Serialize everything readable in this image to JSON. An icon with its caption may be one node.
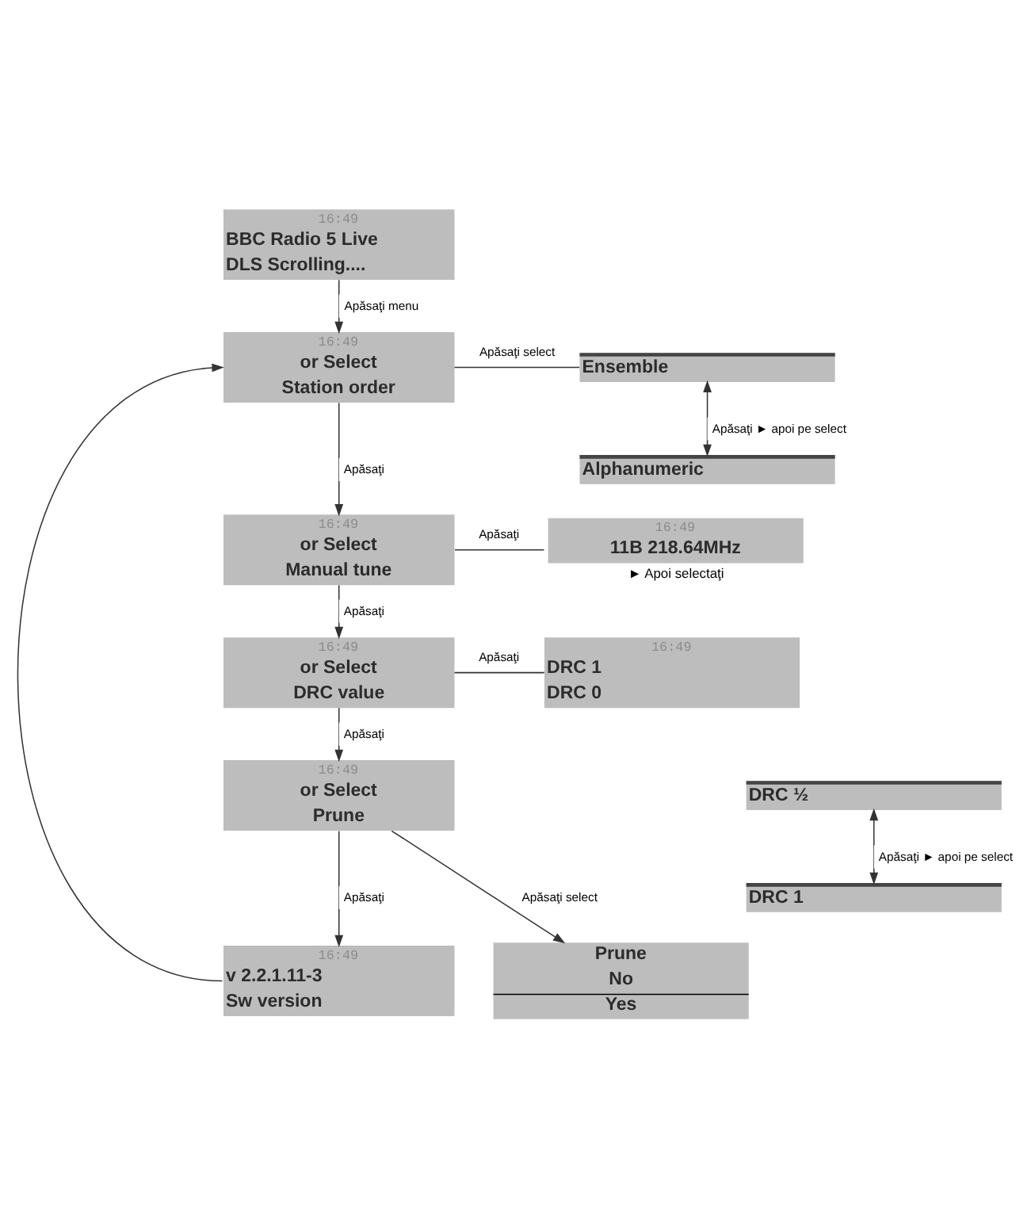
{
  "diagram": {
    "nodes": [
      {
        "text": [
          "16:49",
          "BBC Radio 5 Live",
          "DLS Scrolling...."
        ]
      },
      {
        "text": [
          "16:49",
          "or Select",
          "Station order"
        ]
      },
      {
        "text": [
          "Ensemble"
        ]
      },
      {
        "text": [
          "Alphanumeric"
        ]
      },
      {
        "text": [
          "16:49",
          "or Select",
          "Manual tune"
        ]
      },
      {
        "text": [
          "16:49",
          "11B 218.64MHz"
        ],
        "beside": [
          "► Apoi selectaţi"
        ]
      },
      {
        "text": [
          "16:49",
          "or Select",
          "DRC value"
        ]
      },
      {
        "text": [
          "16:49",
          "DRC 1",
          "DRC 0"
        ]
      },
      {
        "text": [
          "16:49",
          "or Select",
          "Prune"
        ]
      },
      {
        "text": [
          "DRC ½"
        ]
      },
      {
        "text": [
          "DRC 1"
        ]
      },
      {
        "text": [
          "16:49",
          "v 2.2.1.11-3",
          "Sw version"
        ]
      },
      {
        "text": [
          "Prune",
          "No",
          "Yes"
        ]
      }
    ],
    "edges": [
      {
        "from": 0,
        "to": 1,
        "arrow": "to",
        "label": "Apăsaţi menu"
      },
      {
        "from": 11,
        "to": 1,
        "arrow": "to"
      },
      {
        "from": 1,
        "to": 2,
        "arrow": "none",
        "label": "Apăsaţi select"
      },
      {
        "from": 2,
        "to": 3,
        "arrow": "both",
        "label": "Apăsaţi ► apoi pe select"
      },
      {
        "from": 1,
        "to": 4,
        "arrow": "to",
        "label": "Apăsaţi"
      },
      {
        "from": 4,
        "to": 5,
        "arrow": "none",
        "label": "Apăsaţi"
      },
      {
        "from": 4,
        "to": 6,
        "arrow": "to",
        "label": "Apăsaţi"
      },
      {
        "from": 6,
        "to": 7,
        "arrow": "none",
        "label": "Apăsaţi"
      },
      {
        "from": 6,
        "to": 8,
        "arrow": "to",
        "label": "Apăsaţi"
      },
      {
        "from": 9,
        "to": 10,
        "arrow": "both",
        "label": "Apăsaţi ► apoi pe select"
      },
      {
        "from": 8,
        "to": 11,
        "arrow": "to",
        "label": "Apăsaţi"
      },
      {
        "from": 8,
        "to": 12,
        "arrow": "to",
        "label": "Apăsaţi select"
      }
    ]
  }
}
